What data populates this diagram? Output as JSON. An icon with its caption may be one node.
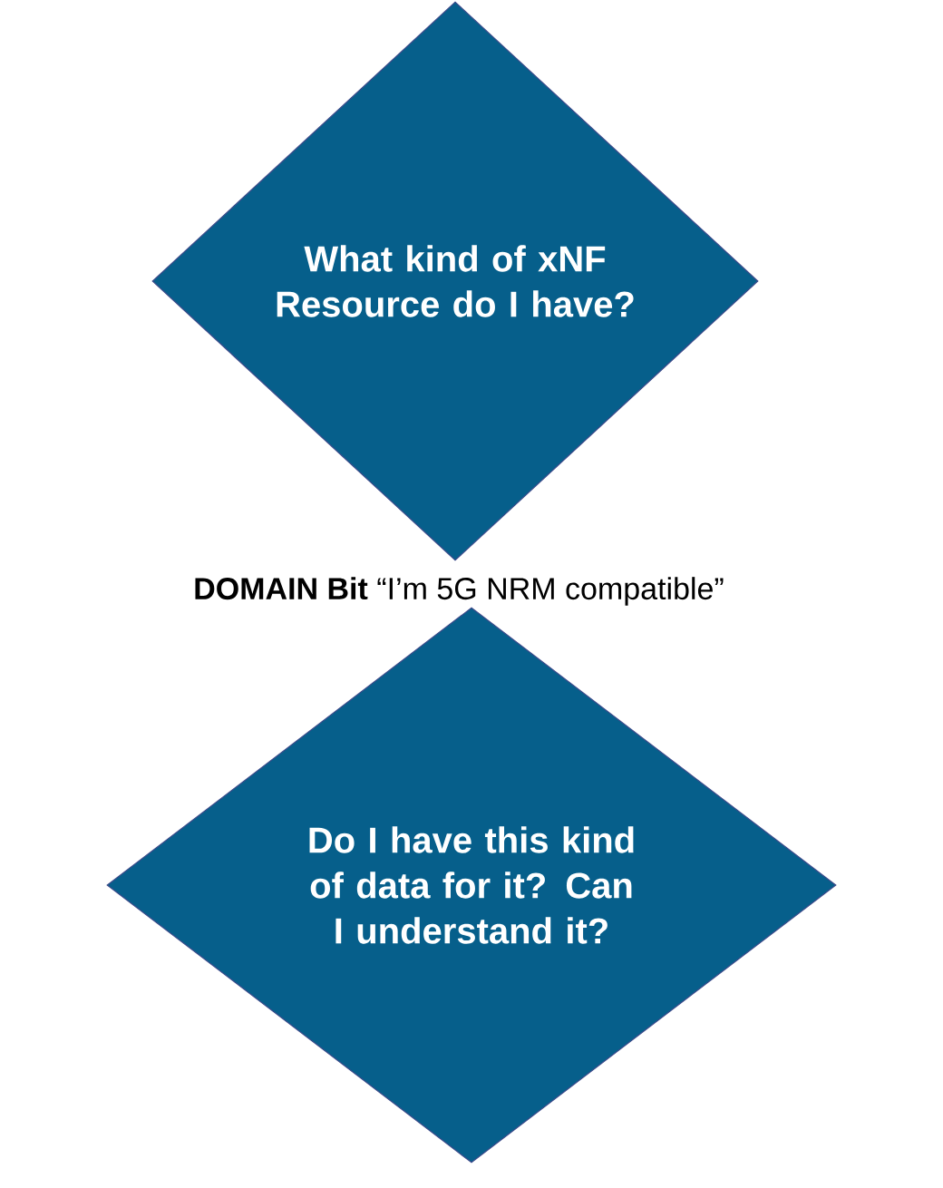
{
  "diagram": {
    "nodes": [
      {
        "text": [
          "What kind of xNF Resource do I have?"
        ]
      },
      {
        "text": [
          "Do I have this kind of data for it? Can I understand it?"
        ]
      }
    ],
    "labels": [
      "**DOMAIN Bit** “I’m 5G NRM compatible”"
    ]
  }
}
